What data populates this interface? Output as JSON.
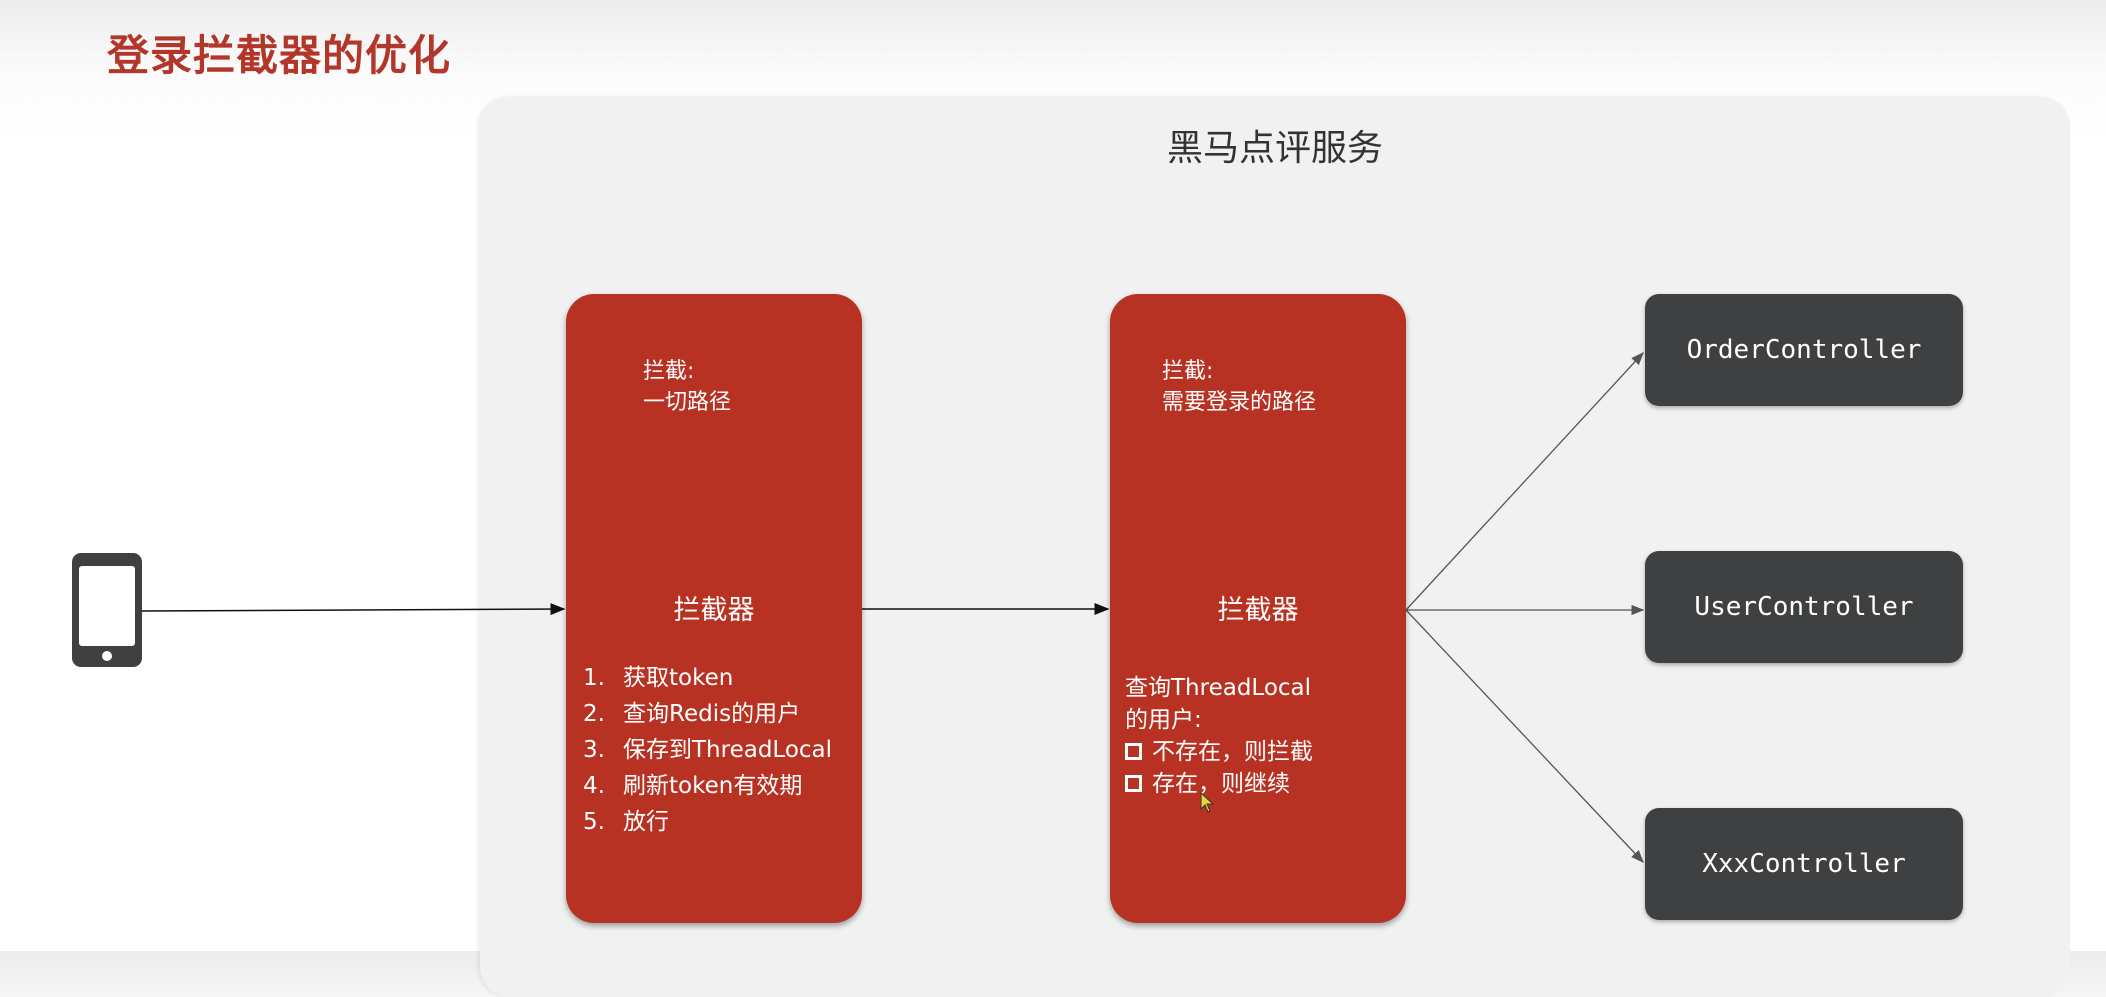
{
  "title": "登录拦截器的优化",
  "service": {
    "title": "黑马点评服务"
  },
  "interceptor1": {
    "scope_label": "拦截:",
    "scope_value": "一切路径",
    "name": "拦截器",
    "steps": [
      {
        "num": "1.",
        "text": "获取token"
      },
      {
        "num": "2.",
        "text": "查询Redis的用户"
      },
      {
        "num": "3.",
        "text": "保存到ThreadLocal"
      },
      {
        "num": "4.",
        "text": "刷新token有效期"
      },
      {
        "num": "5.",
        "text": "放行"
      }
    ]
  },
  "interceptor2": {
    "scope_label": "拦截:",
    "scope_value": "需要登录的路径",
    "name": "拦截器",
    "desc_line1": "查询ThreadLocal",
    "desc_line2": "的用户:",
    "options": [
      "不存在，则拦截",
      "存在，则继续"
    ]
  },
  "controllers": [
    "OrderController",
    "UserController",
    "XxxController"
  ],
  "colors": {
    "title": "#b3362b",
    "interceptor": "#b83223",
    "controller": "#3e4042",
    "panel": "#f1f1f1"
  }
}
